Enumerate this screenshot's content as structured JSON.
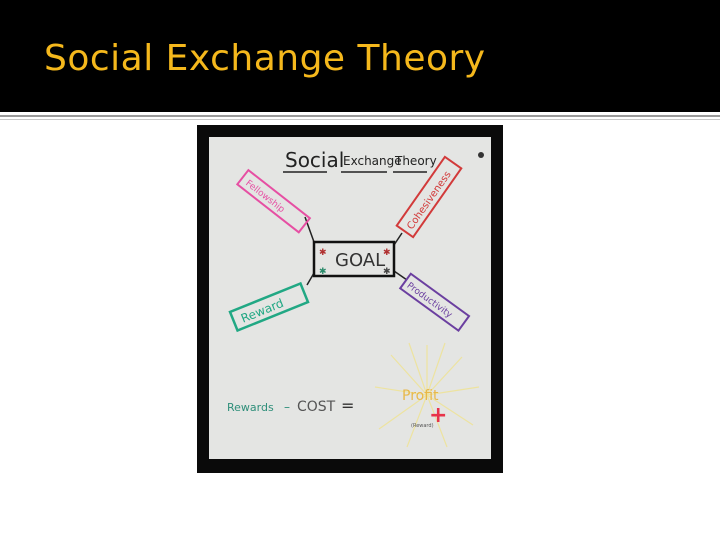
{
  "slide": {
    "title": "Social Exchange Theory"
  },
  "poster": {
    "title_part1": "Social",
    "title_part2": "Exchange",
    "title_part3": "Theory",
    "goal": "GOAL",
    "fellowship": "Fellowship",
    "cohesiveness": "Cohesiveness",
    "reward": "Reward",
    "productivity": "Productivity",
    "equation_left": "Rewards",
    "equation_minus": "–",
    "equation_cost": "COST",
    "equation_equals": "=",
    "profit": "Profit",
    "profit_sign": "+",
    "profit_note": "(Reward)"
  },
  "colors": {
    "title": "#f5b81c",
    "fellowship": "#e64fa3",
    "cohesiveness": "#d23a3a",
    "reward": "#21a884",
    "productivity": "#6b3fa0",
    "equation": "#2f8f7a",
    "profit": "#e8b84a",
    "profit_sign": "#e8334a"
  }
}
